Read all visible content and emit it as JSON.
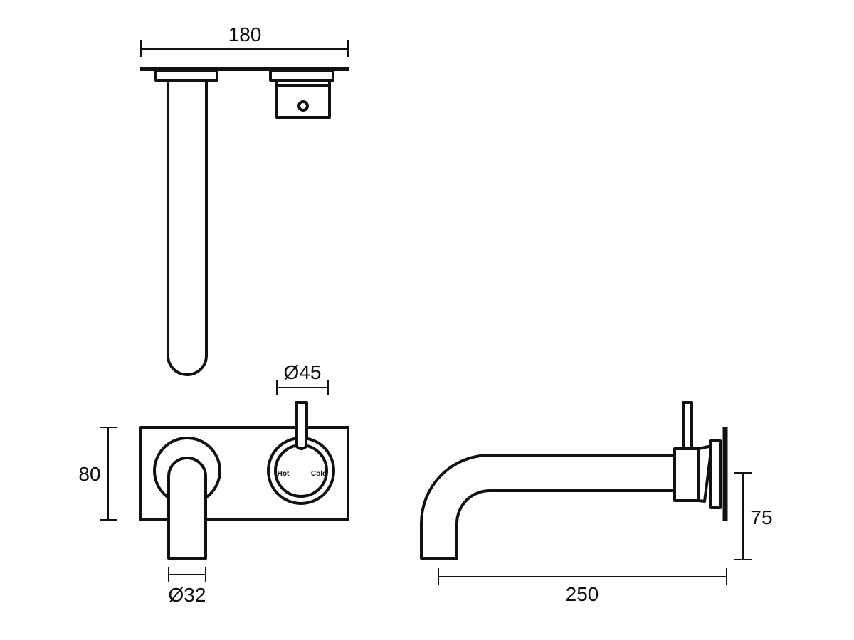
{
  "dimensions": {
    "plate_width": "180",
    "handle_diameter": "Ø45",
    "height": "80",
    "spout_diameter": "Ø32",
    "spout_length": "250",
    "spout_height": "75"
  },
  "labels": {
    "hot": "Hot",
    "cold": "Cold"
  },
  "colors": {
    "line": "#111111",
    "background": "#ffffff"
  }
}
